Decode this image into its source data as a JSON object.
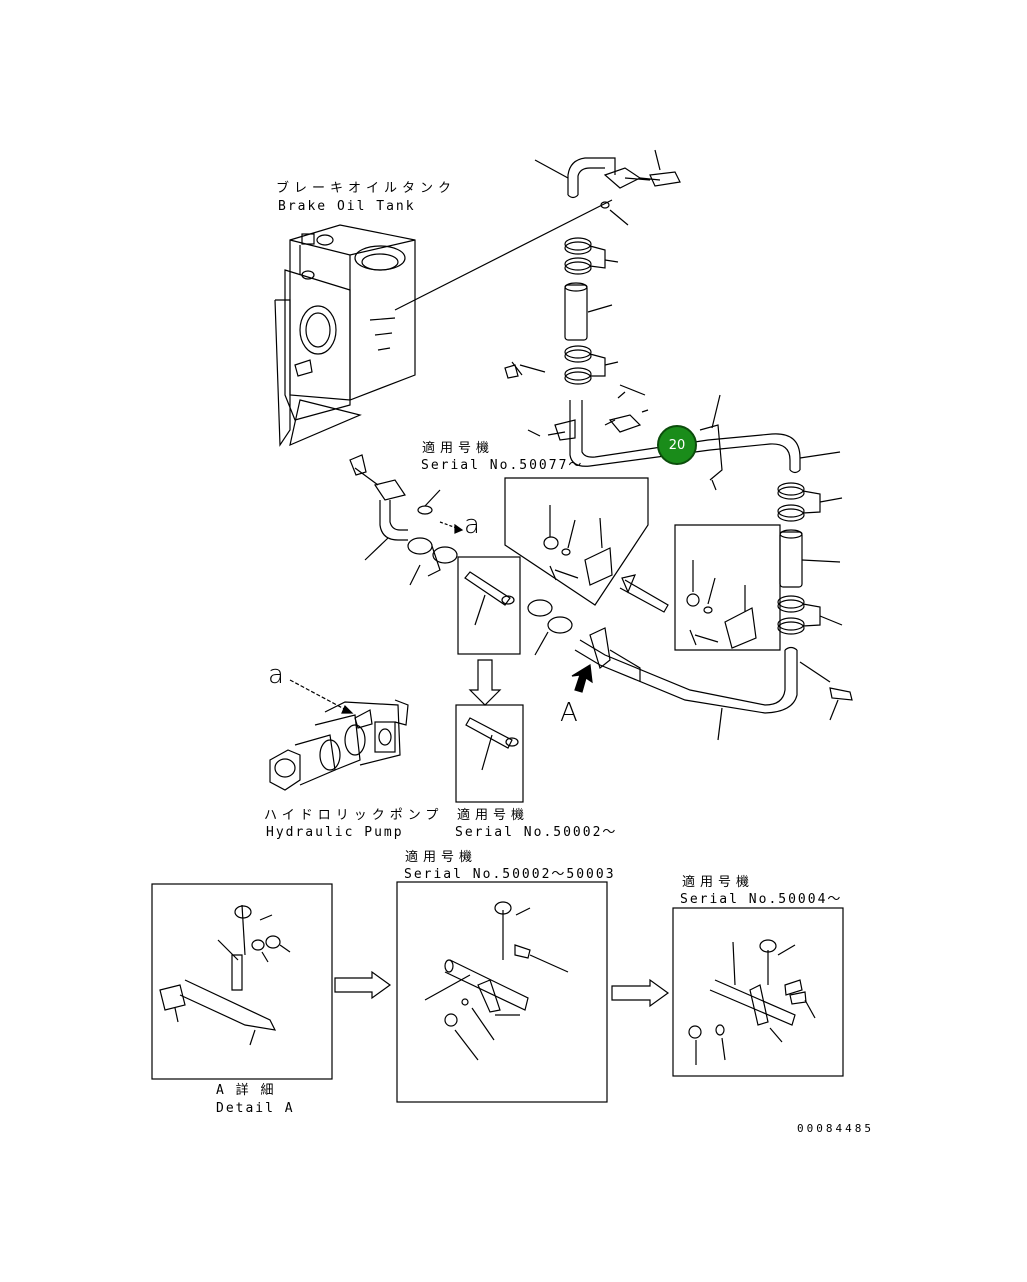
{
  "labels": {
    "brake_tank_jp": "ブレーキオイルタンク",
    "brake_tank_en": "Brake Oil Tank",
    "serial_50077_jp": "適用号機",
    "serial_50077_en": "Serial No.50077～",
    "marker_a_upper": "a",
    "marker_a_pump": "a",
    "view_a": "A",
    "pump_jp": "ハイドロリックポンプ",
    "pump_en": "Hydraulic Pump",
    "serial_50002_jp": "適用号機",
    "serial_50002_en": "Serial No.50002～",
    "serial_range_jp": "適用号機",
    "serial_range_en": "Serial No.50002～50003",
    "serial_50004_jp": "適用号機",
    "serial_50004_en": "Serial No.50004～",
    "detail_jp": "A 詳 細",
    "detail_en": "Detail A",
    "drawing_number": "00084485"
  },
  "callout": {
    "number": "20",
    "color": "#1a8c1a"
  }
}
